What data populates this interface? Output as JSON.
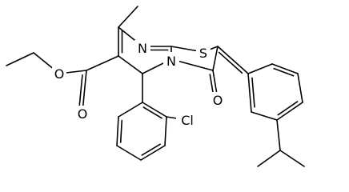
{
  "atom_labels": {
    "n_top": "N",
    "s": "S",
    "n_ring": "N",
    "o_keto": "O",
    "o_ester": "O",
    "o_carbonyl": "O",
    "cl": "Cl"
  }
}
